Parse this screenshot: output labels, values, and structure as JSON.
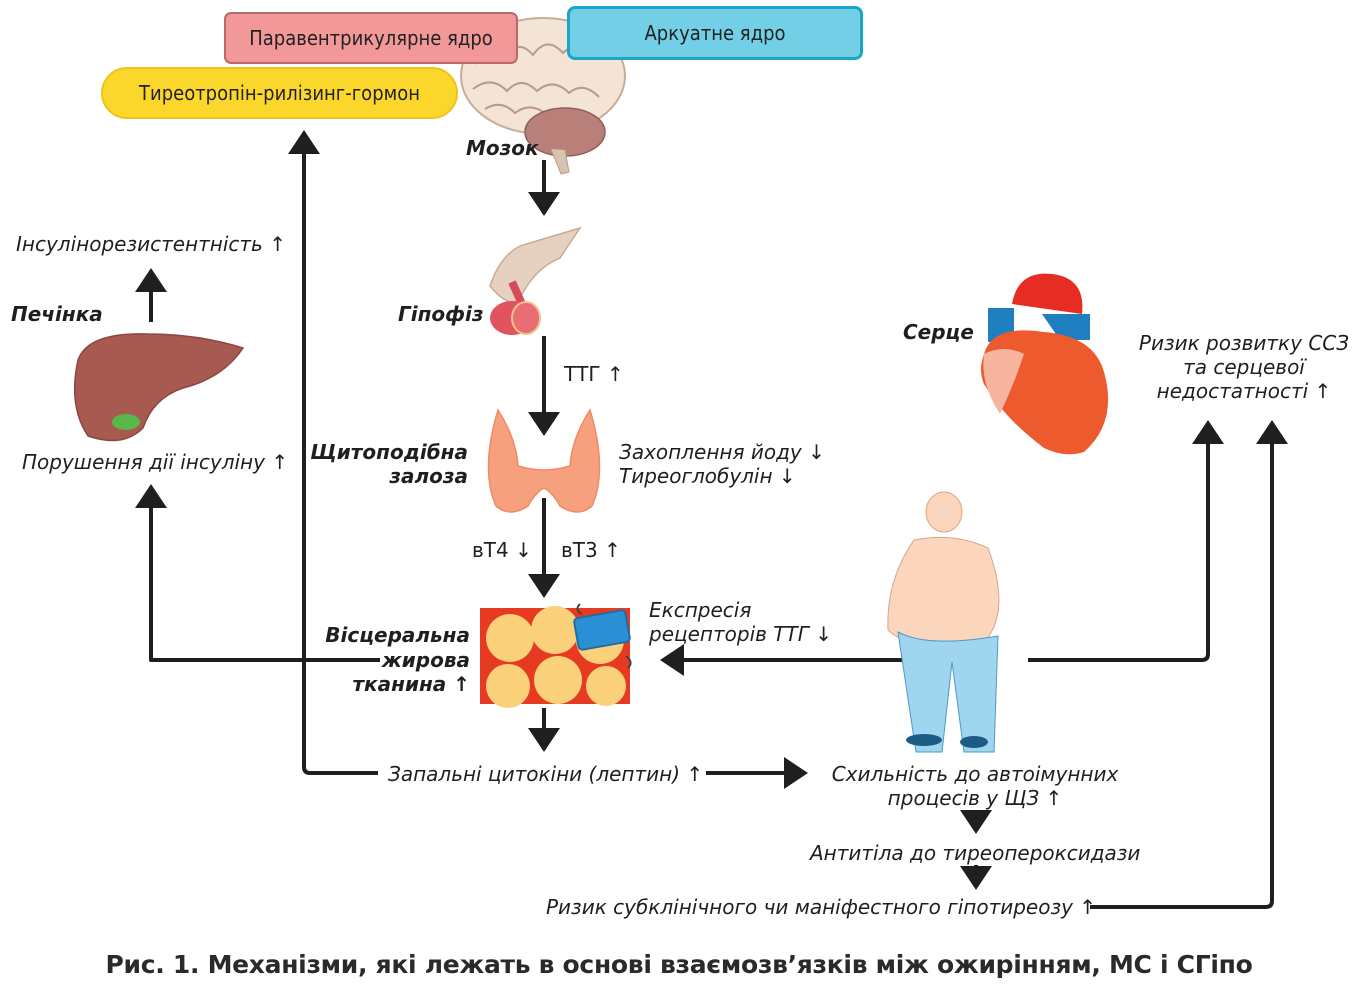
{
  "boxes": {
    "paraventricular": "Паравентрикулярне ядро",
    "arcuate": "Аркуатне ядро",
    "trh": "Тиреотропін-рилізинг-гормон"
  },
  "organs": {
    "brain": "Мозок",
    "pituitary": "Гіпофіз",
    "thyroid_line1": "Щитоподібна",
    "thyroid_line2": "залоза",
    "liver": "Печінка",
    "heart": "Серце",
    "fat_line1": "Вісцеральна",
    "fat_line2": "жирова",
    "fat_line3": "тканина ↑"
  },
  "effects": {
    "tsh": "ТТГ ↑",
    "iodine_uptake": "Захоплення йоду ↓",
    "thyroglobulin": "Тиреоглобулін ↓",
    "ft4": "вТ4 ↓",
    "ft3": "вТ3 ↑",
    "tsh_receptor_line1": "Експресія",
    "tsh_receptor_line2": "рецепторів ТТГ ↓",
    "insulin_resistance": "Інсулінорезистентність ↑",
    "insulin_action": "Порушення дії інсуліну ↑",
    "cvd_line1": "Ризик розвитку ССЗ",
    "cvd_line2": "та серцевої",
    "cvd_line3": "недостатності ↑",
    "cytokines": "Запальні цитокіни (лептин) ↑",
    "autoimmune_line1": "Схильність до автоімунних",
    "autoimmune_line2": "процесів у ЩЗ ↑",
    "antibodies": "Антитіла до тиреопероксидази",
    "hypothyroid_risk": "Ризик субклінічного чи маніфестного гіпотиреозу ↑"
  },
  "caption": "Рис. 1. Механізми, які лежать в основі взаємозв’язків між ожирінням, МС і СГіпо",
  "colors": {
    "paraventricular_fill": "#f29898",
    "arcuate_fill": "#72cfe5",
    "trh_fill": "#fbd72b",
    "arrow": "#1f1f1f"
  }
}
